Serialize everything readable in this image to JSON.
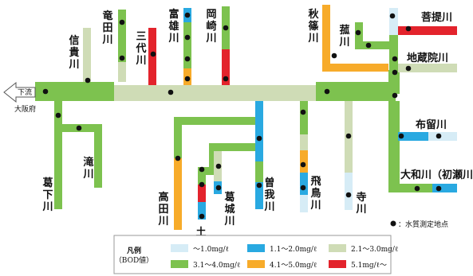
{
  "colors": {
    "c1": "#d6ecf6",
    "c2": "#29a9e1",
    "c3": "#cfdcb6",
    "c4": "#7dc24f",
    "c5": "#f7ab2a",
    "c6": "#e3232c",
    "point": "#111111"
  },
  "labels": {
    "downstream": "下流",
    "osaka": "大阪府",
    "point_legend": "：水質測定地点"
  },
  "rivers": {
    "shinkigawa": "信貴川",
    "tatsutagawa": "竜田川",
    "misirogawa": "三代川",
    "tomiogawa": "富雄川",
    "okazakigawa": "岡崎川",
    "akishinogawa": "秋篠川",
    "ranwa": "菰川",
    "bodaigawa": "菩提川",
    "jizoingawa": "地蔵院川",
    "furugawa": "布留川",
    "yamatogawa_hatsuse": "大和川（初瀬川）",
    "katsuragegawa": "葛下川",
    "takigawa": "滝川",
    "takadagawa": "高田川",
    "tsuchikurogawa": "土庫川",
    "katsuragigawa": "葛城川",
    "sogagawa": "曽我川",
    "asukagawa": "飛鳥川",
    "teragawa": "寺川"
  },
  "legend": {
    "title": "凡例",
    "subtitle": "（BOD値）",
    "items": [
      {
        "key": "c1",
        "label": "〜1.0mg/ℓ"
      },
      {
        "key": "c2",
        "label": "1.1〜2.0mg/ℓ"
      },
      {
        "key": "c3",
        "label": "2.1〜3.0mg/ℓ"
      },
      {
        "key": "c4",
        "label": "3.1〜4.0mg/ℓ"
      },
      {
        "key": "c5",
        "label": "4.1〜5.0mg/ℓ"
      },
      {
        "key": "c6",
        "label": "5.1mg/ℓ〜"
      }
    ]
  }
}
